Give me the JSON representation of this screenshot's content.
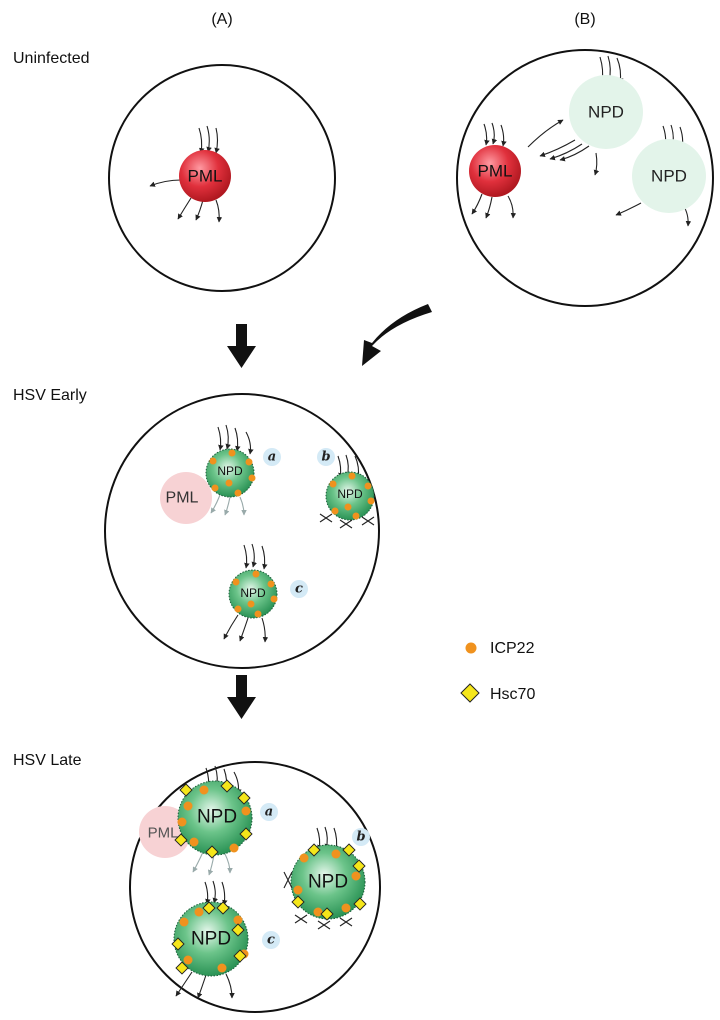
{
  "columns": {
    "a": "(A)",
    "b": "(B)"
  },
  "stages": {
    "uninfected": "Uninfected",
    "early": "HSV Early",
    "late": "HSV Late"
  },
  "bodies": {
    "pml": "PML",
    "npd": "NPD"
  },
  "subs": {
    "a": "a",
    "b": "b",
    "c": "c"
  },
  "legend": {
    "icp22": "ICP22",
    "hsc70": "Hsc70"
  },
  "colors": {
    "pml": "#e0303c",
    "pml_faded": "#f7d2d4",
    "npd_pale": "#e3f4ea",
    "npd_green": "#32a060",
    "icp22": "#f0921e",
    "hsc70": "#f5e61a",
    "sub_bubble": "#d4eaf6"
  }
}
